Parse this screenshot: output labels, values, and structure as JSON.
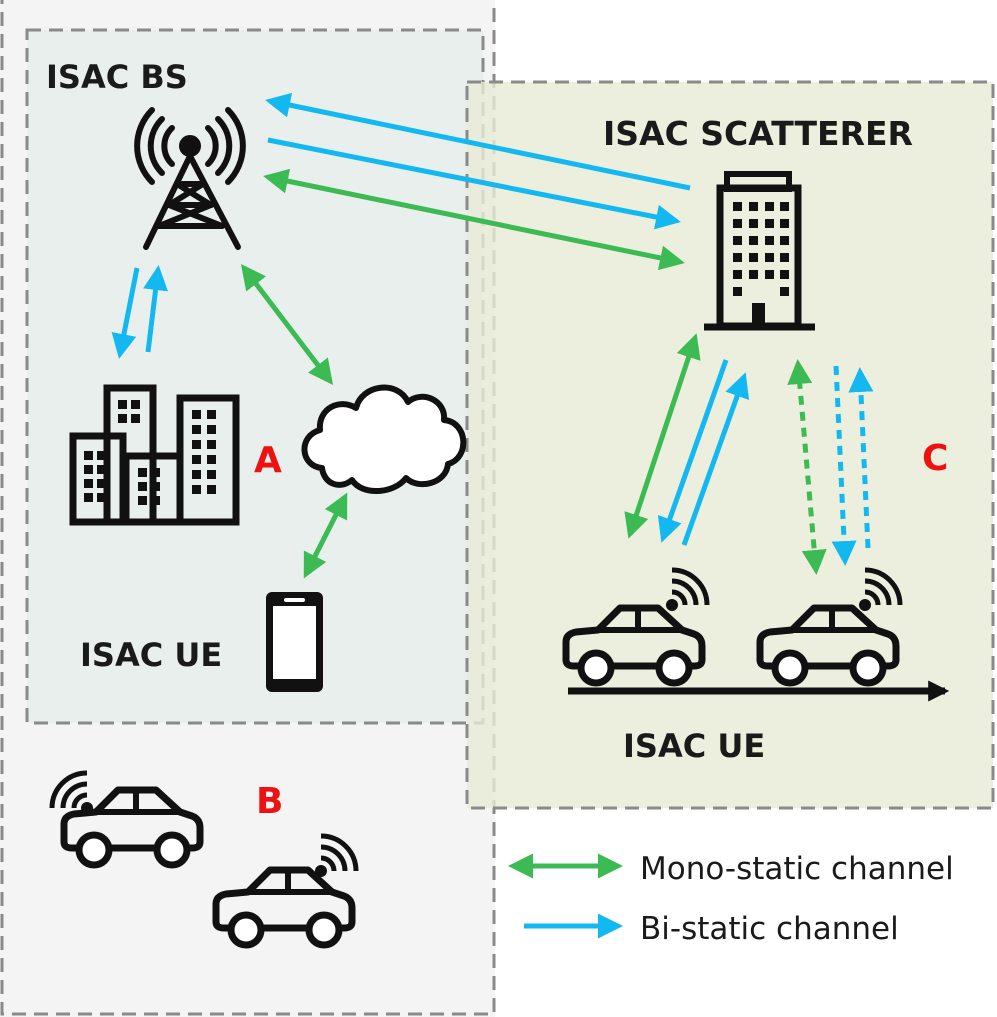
{
  "labels": {
    "bs": "ISAC BS",
    "scatterer": "ISAC SCATTERER",
    "ue_left": "ISAC UE",
    "ue_right": "ISAC UE"
  },
  "zones": {
    "a": "A",
    "b": "B",
    "c": "C"
  },
  "legend": {
    "mono": "Mono-static channel",
    "bi": "Bi-static channel"
  },
  "colors": {
    "mono": "#3cba54",
    "bi": "#14b8f0",
    "zone_label": "#ee1111",
    "zone_ab_fill": "#e9efec",
    "zone_b_fill": "#f4f4f4",
    "zone_c_fill": "#eef0e0"
  },
  "icons": [
    "tower-icon",
    "buildings-icon",
    "cloud-icon",
    "phone-icon",
    "office-building-icon",
    "car-icon",
    "wifi-signal-icon"
  ]
}
